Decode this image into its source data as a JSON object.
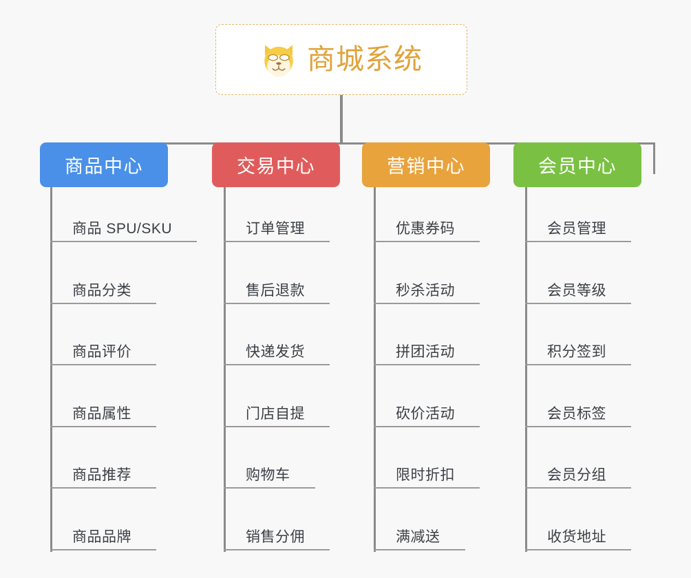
{
  "background_color": "#f8f8f8",
  "root": {
    "title": "商城系统",
    "icon": "dog-face-icon",
    "text_color": "#e0a33c",
    "border_color": "#e3b462",
    "background": "#ffffff"
  },
  "connector_color": "#8a8a8a",
  "columns": [
    {
      "header": "商品中心",
      "color": "#4a90e8",
      "items": [
        "商品 SPU/SKU",
        "商品分类",
        "商品评价",
        "商品属性",
        "商品推荐",
        "商品品牌"
      ]
    },
    {
      "header": "交易中心",
      "color": "#e05c5c",
      "items": [
        "订单管理",
        "售后退款",
        "快递发货",
        "门店自提",
        "购物车",
        "销售分佣"
      ]
    },
    {
      "header": "营销中心",
      "color": "#e8a33d",
      "items": [
        "优惠券码",
        "秒杀活动",
        "拼团活动",
        "砍价活动",
        "限时折扣",
        "满减送"
      ]
    },
    {
      "header": "会员中心",
      "color": "#7ac143",
      "items": [
        "会员管理",
        "会员等级",
        "积分签到",
        "会员标签",
        "会员分组",
        "收货地址"
      ]
    }
  ]
}
